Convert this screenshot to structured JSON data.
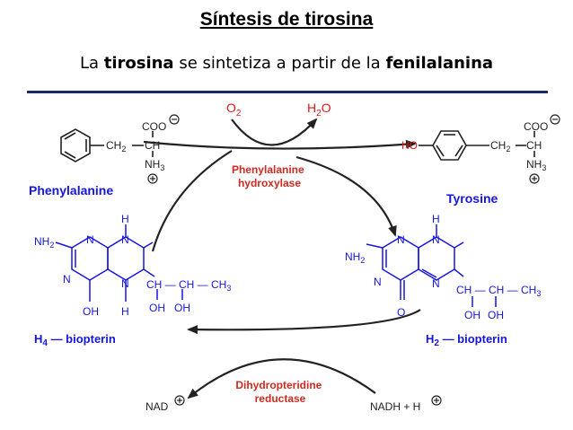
{
  "title": "Síntesis de tirosina",
  "subtitle": {
    "p1": "La ",
    "b1": "tirosina",
    "p2": " se sintetiza a partir de la ",
    "b2": "fenilalanina"
  },
  "diagram": {
    "o2": "O",
    "o2_sub": "2",
    "h2o_h": "H",
    "h2o_sub": "2",
    "h2o_o": "O",
    "enzyme1": [
      "Phenylalanine",
      "hydroxylase"
    ],
    "enzyme2": [
      "Dihydropteridine",
      "reductase"
    ],
    "phenylalanine": "Phenylalanine",
    "tyrosine": "Tyrosine",
    "coo": "COO",
    "ch2": "CH",
    "ch2_sub": "2",
    "ch": "CH",
    "nh3": "NH",
    "nh3_sub": "3",
    "ho": "HO",
    "nh2": "NH",
    "nh2_sub": "2",
    "n": "N",
    "h": "H",
    "oh": "OH",
    "o": "O",
    "side_chain": "CH — CH — CH",
    "ch3_sub": "3",
    "h4_biopterin_h": "H",
    "h4_sub": "4",
    "h4_rest": " — biopterin",
    "h2_biopterin_h": "H",
    "h2_sub": "2",
    "h2_rest": " — biopterin",
    "nad": "NAD",
    "nadh": "NADH + H",
    "colors": {
      "blue": "#1515e0",
      "red": "#e01818",
      "dark": "#222222",
      "crimson": "#d02a20"
    }
  }
}
